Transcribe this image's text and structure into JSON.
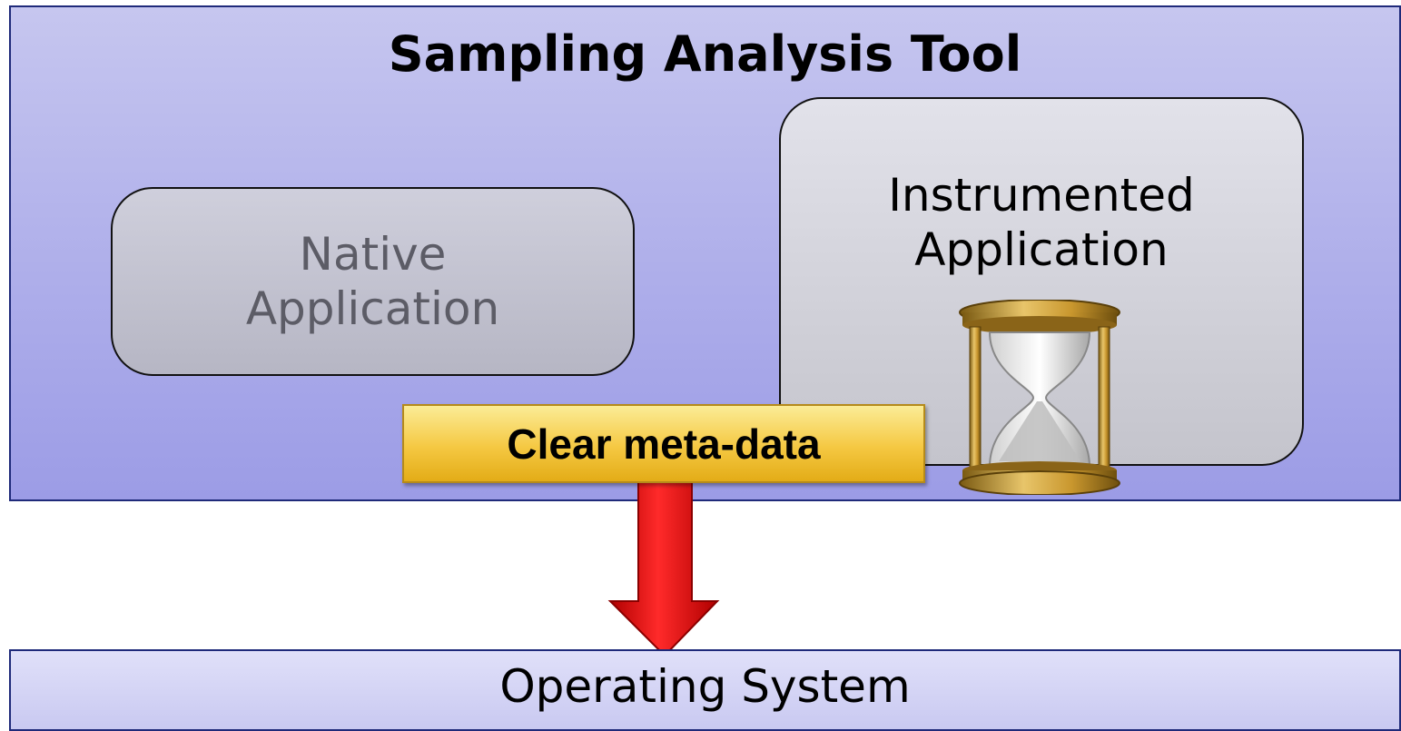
{
  "tool": {
    "title": "Sampling Analysis Tool"
  },
  "native_app": {
    "line1": "Native",
    "line2": "Application"
  },
  "instrumented_app": {
    "line1": "Instrumented",
    "line2": "Application"
  },
  "clear_button": {
    "label": "Clear meta-data"
  },
  "os": {
    "label": "Operating System"
  },
  "colors": {
    "tool_bg": "#aeaeea",
    "arrow": "#e00000",
    "button": "#f5c842",
    "os_bg": "#d4d4f5"
  },
  "icons": {
    "hourglass": "hourglass-icon",
    "arrow": "down-arrow-icon"
  }
}
